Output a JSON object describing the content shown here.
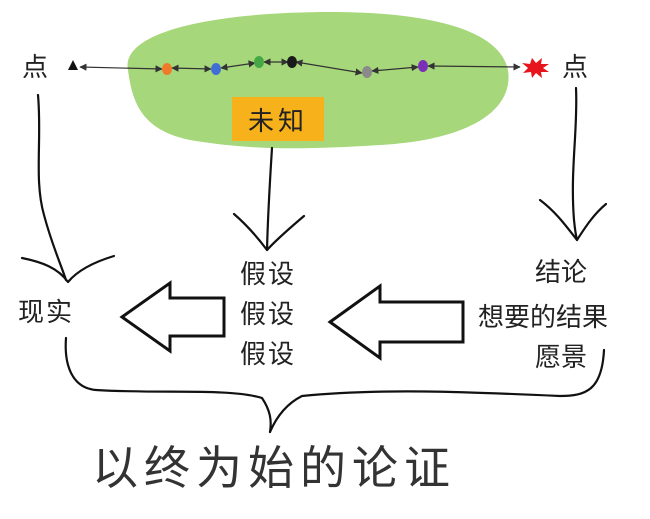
{
  "diagram": {
    "left_point": "点",
    "right_point": "点",
    "unknown": "未知",
    "reality": "现实",
    "hypotheses": [
      "假设",
      "假设",
      "假设"
    ],
    "conclusion": "结论",
    "desired_result": "想要的结果",
    "vision": "愿景",
    "bottom_caption": "以终为始的论证"
  },
  "colors": {
    "blob": "#a6d77a",
    "unknown_box": "#f7b21b",
    "dots": [
      "#f07a2a",
      "#3f6fd6",
      "#45a845",
      "#1a1a1a",
      "#8a8a8a",
      "#7b2fb8"
    ],
    "star": "#e8141c"
  }
}
